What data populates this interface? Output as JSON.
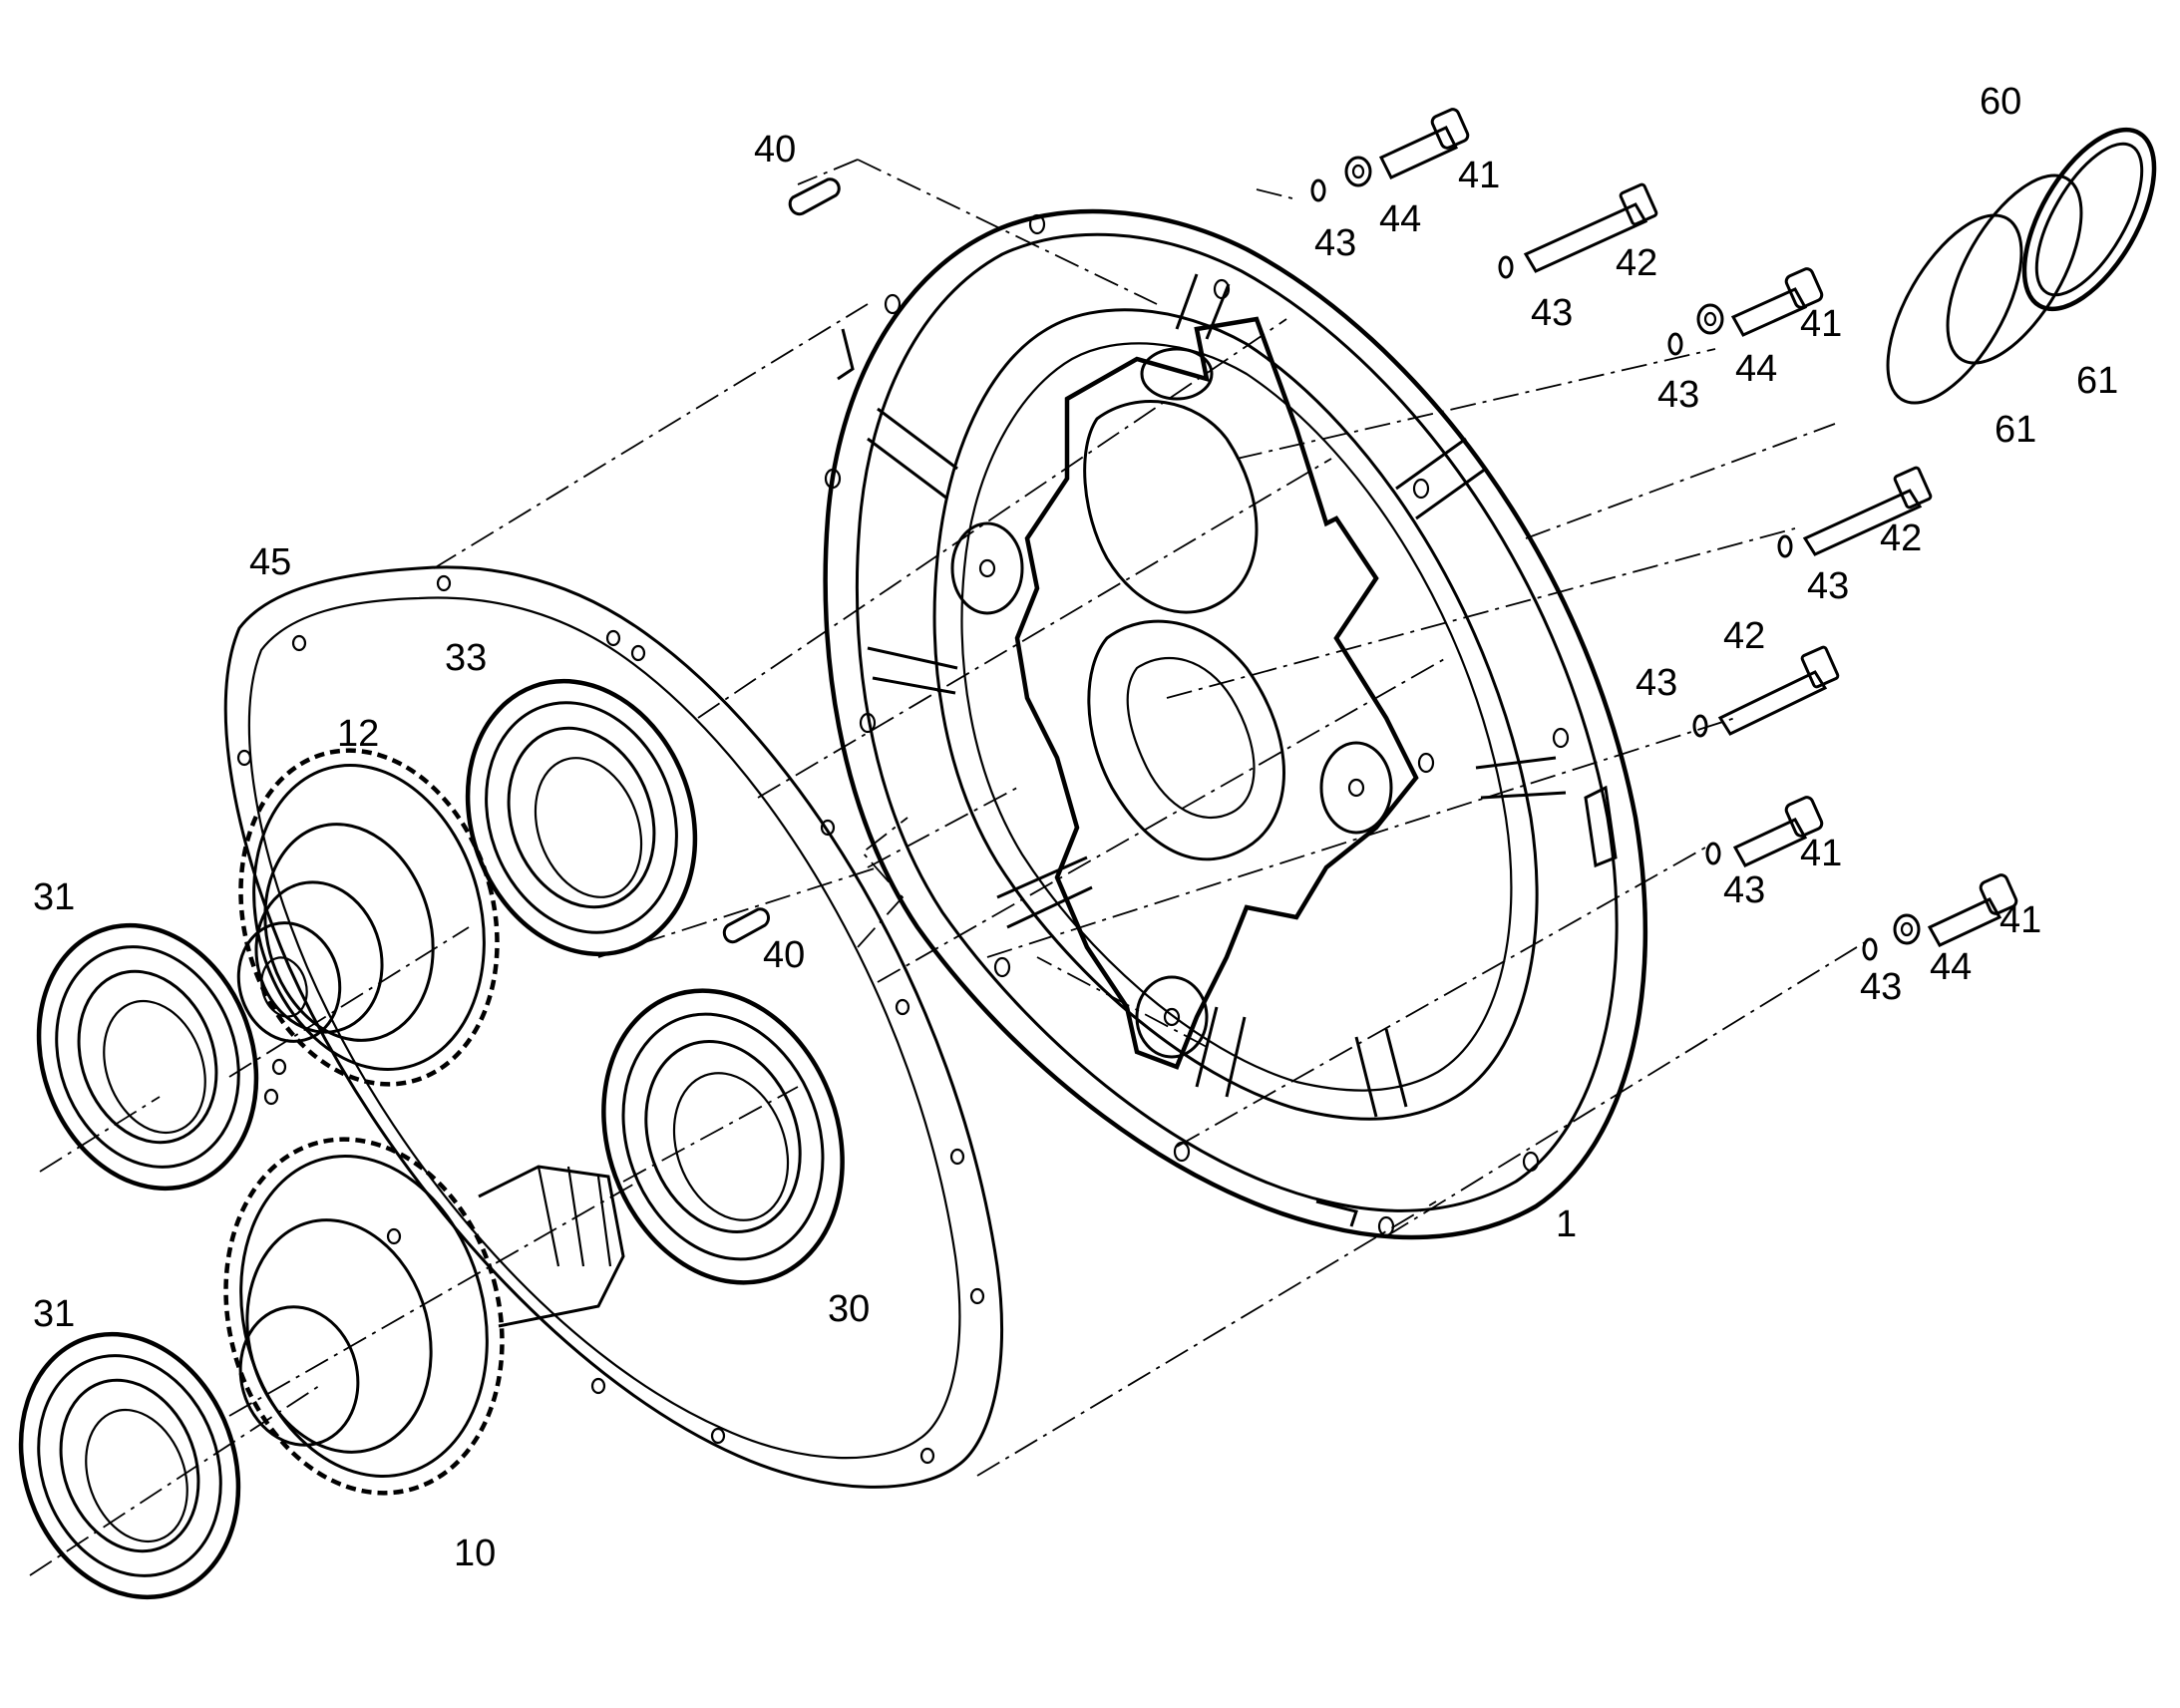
{
  "labels": {
    "p1": "1",
    "p10": "10",
    "p12": "12",
    "p30": "30",
    "p31a": "31",
    "p31b": "31",
    "p33": "33",
    "p40a": "40",
    "p40b": "40",
    "p41a": "41",
    "p41b": "41",
    "p41c": "41",
    "p41d": "41",
    "p42a": "42",
    "p42b": "42",
    "p42c": "42",
    "p43a": "43",
    "p43b": "43",
    "p43c": "43",
    "p43d": "43",
    "p43e": "43",
    "p43f": "43",
    "p43g": "43",
    "p44a": "44",
    "p44b": "44",
    "p44c": "44",
    "p45": "45",
    "p60": "60",
    "p61a": "61",
    "p61b": "61"
  }
}
